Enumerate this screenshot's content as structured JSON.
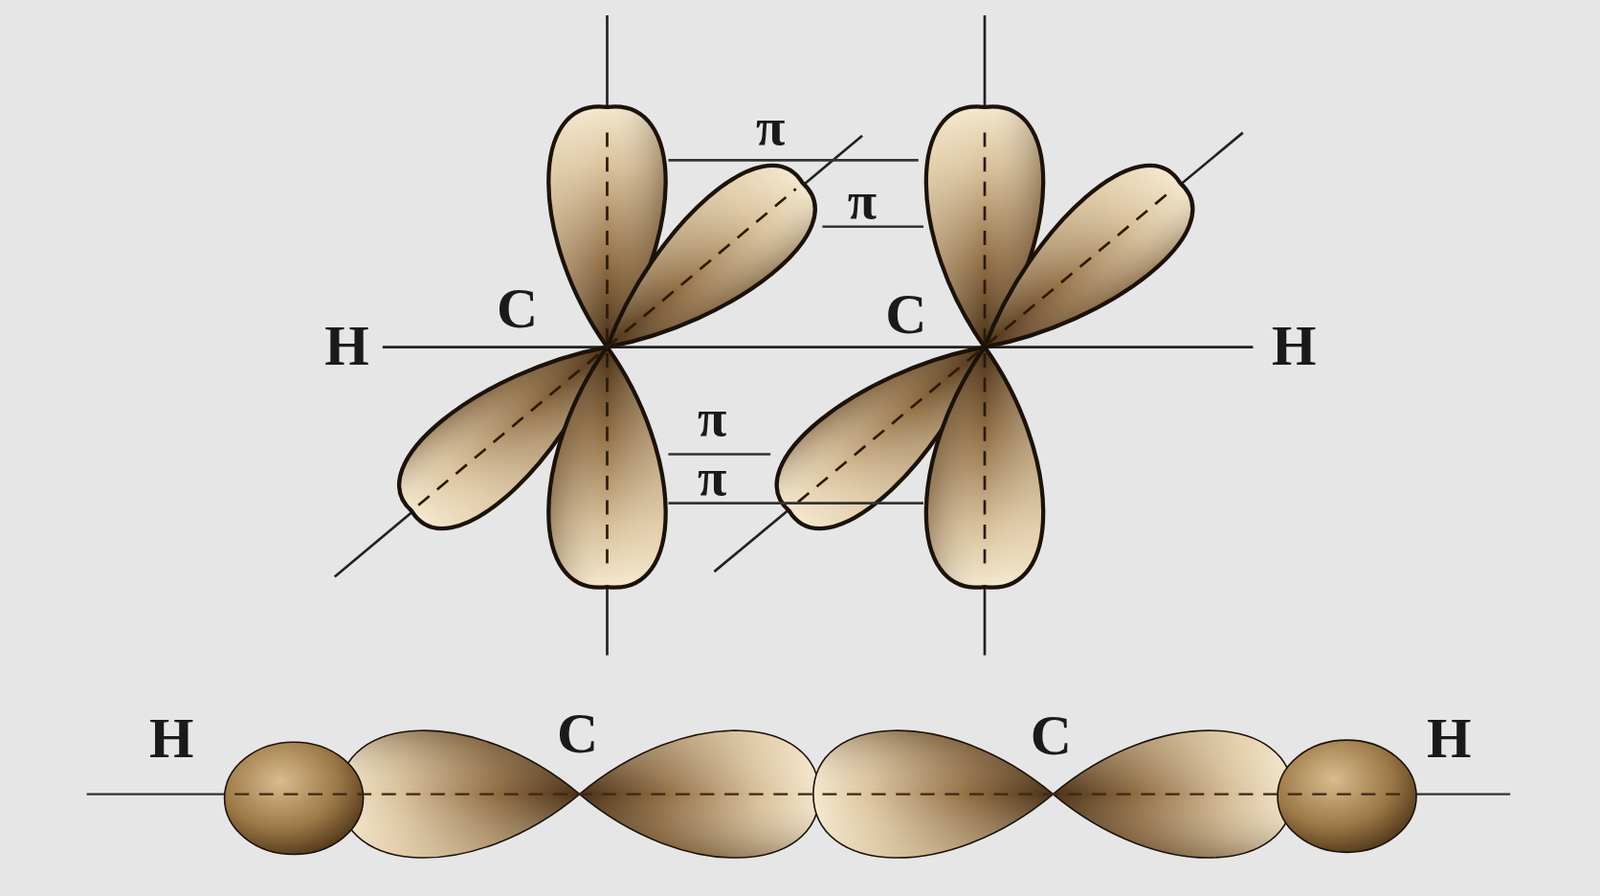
{
  "diagram": {
    "labels": [
      "π",
      "π",
      "C",
      "C",
      "H",
      "H",
      "π",
      "π",
      "H",
      "C",
      "C",
      "H"
    ]
  }
}
